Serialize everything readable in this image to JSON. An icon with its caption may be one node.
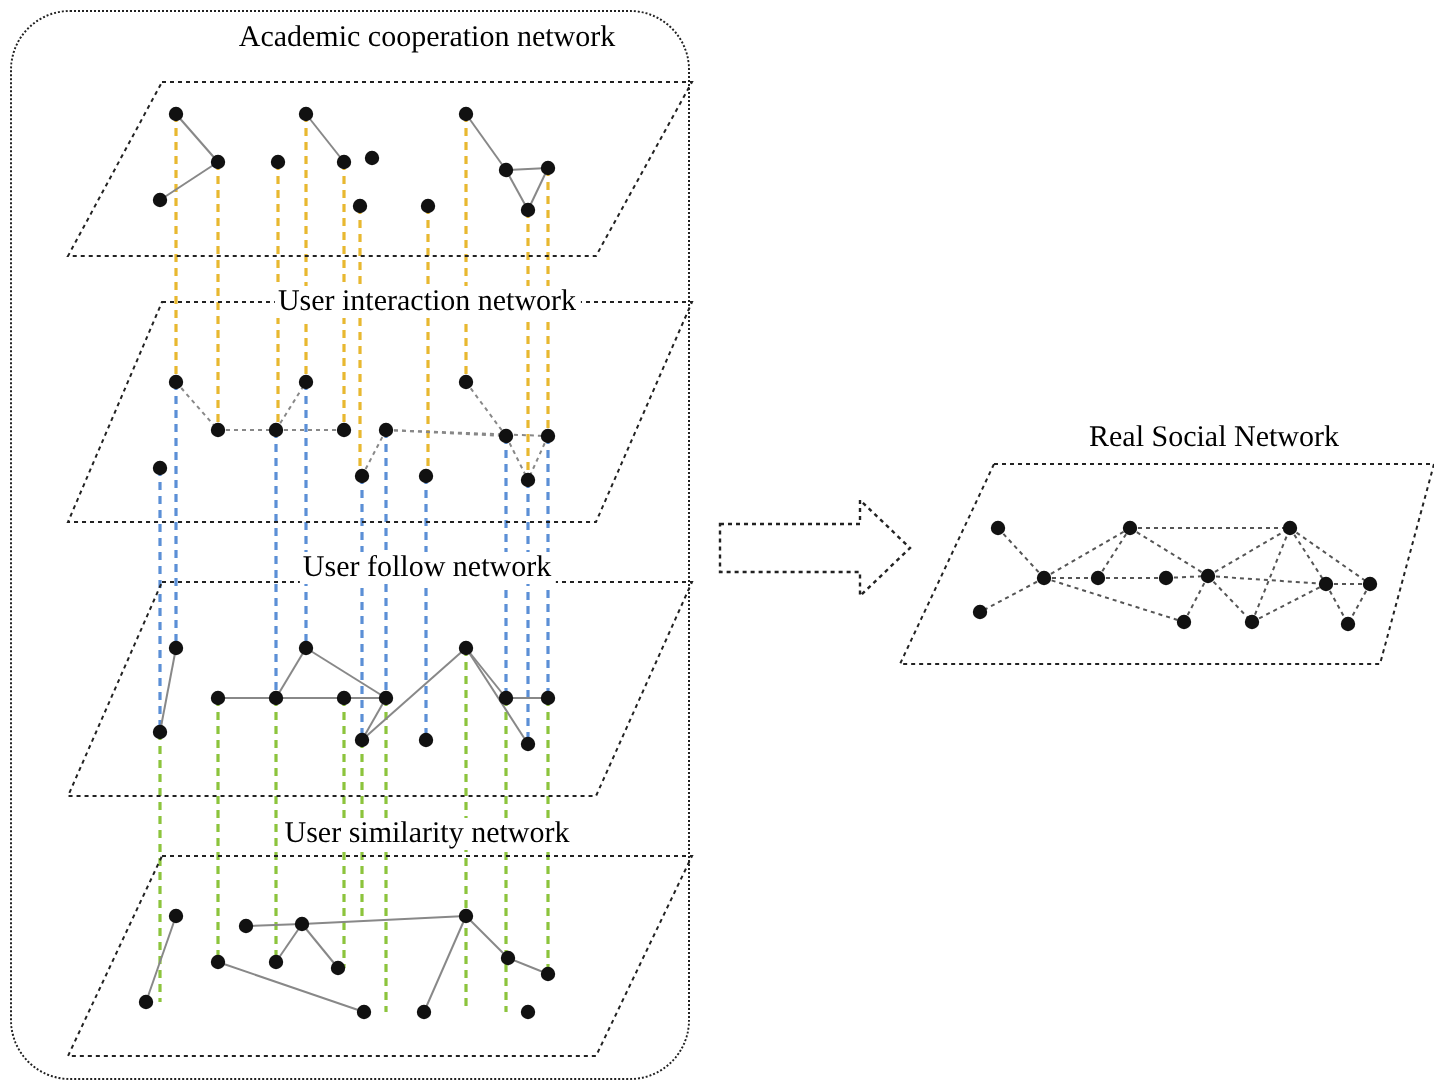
{
  "diagram": {
    "nodes": [
      {
        "text": [],
        "shape": "box"
      },
      {
        "text": [
          "Academic cooperation network"
        ],
        "in": 0
      },
      {
        "text": [
          "User interaction network"
        ],
        "in": 0
      },
      {
        "text": [
          "User follow network"
        ],
        "in": 0
      },
      {
        "text": [
          "User similarity network"
        ],
        "in": 0
      },
      {
        "text": [
          "Real Social Network"
        ]
      }
    ],
    "edges": [
      {
        "from": 0,
        "to": 5,
        "arrow": "to"
      }
    ]
  }
}
